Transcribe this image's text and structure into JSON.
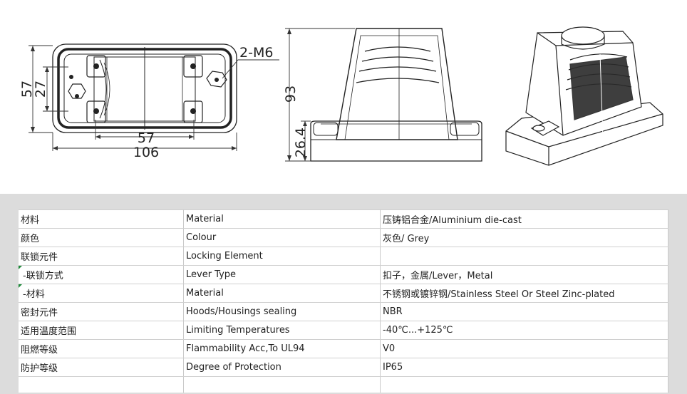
{
  "drawing": {
    "top_view": {
      "label_screw": "2-M6",
      "dim_height_outer": "57",
      "dim_height_inner": "27",
      "dim_width_inner": "57",
      "dim_width_outer": "106"
    },
    "side_view": {
      "dim_total_height": "93",
      "dim_base_height": "26.4"
    }
  },
  "specs": {
    "rows": [
      {
        "cn": "材料",
        "en": "Material",
        "val": "压铸铝合金/Aluminium die-cast",
        "sub": false
      },
      {
        "cn": "颜色",
        "en": "Colour",
        "val": "灰色/ Grey",
        "sub": false
      },
      {
        "cn": "联锁元件",
        "en": "Locking Element",
        "val": "",
        "sub": false
      },
      {
        "cn": " -联锁方式",
        "en": "Lever Type",
        "val": "扣子，金属/Lever，Metal",
        "sub": true
      },
      {
        "cn": " -材料",
        "en": "Material",
        "val": "不锈钢或镀锌钢/Stainless Steel Or Steel Zinc-plated",
        "sub": true
      },
      {
        "cn": "密封元件",
        "en": "Hoods/Housings sealing",
        "val": "NBR",
        "sub": false
      },
      {
        "cn": "适用温度范围",
        "en": "Limiting Temperatures",
        "val": "-40℃...+125℃",
        "sub": false
      },
      {
        "cn": "阻燃等级",
        "en": "Flammability Acc,To UL94",
        "val": "V0",
        "sub": false
      },
      {
        "cn": "防护等级",
        "en": "Degree of Protection",
        "val": "IP65",
        "sub": false
      }
    ]
  }
}
